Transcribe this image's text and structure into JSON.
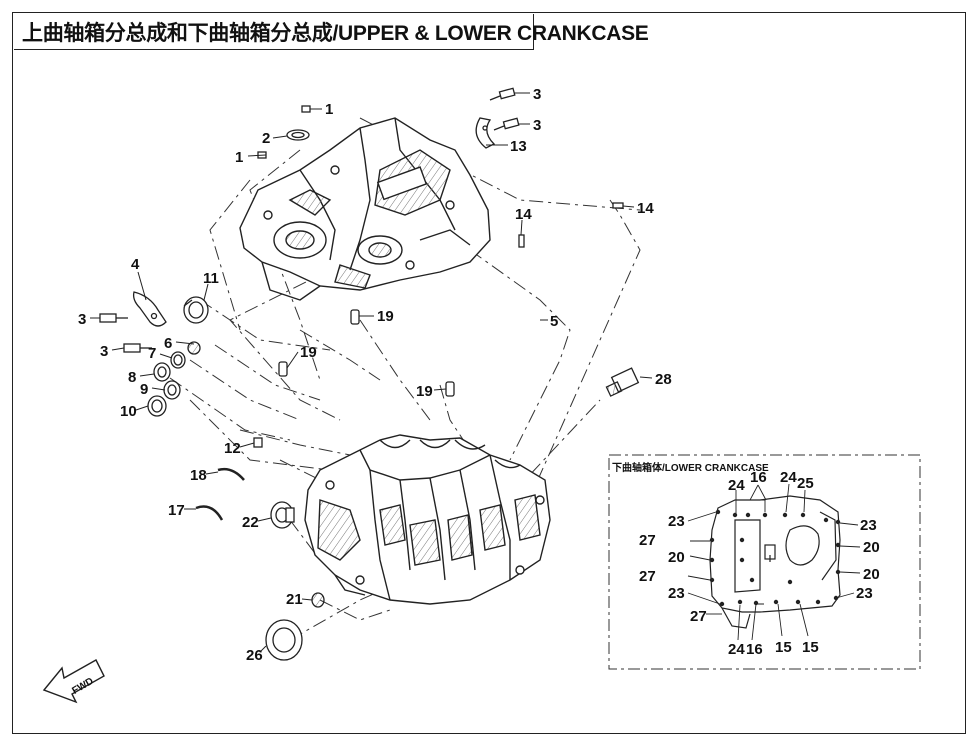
{
  "title": "上曲轴箱分总成和下曲轴箱分总成/UPPER & LOWER CRANKCASE",
  "inset": {
    "title": "下曲轴箱体/LOWER CRANKCASE"
  },
  "fwd_label": "FWD",
  "callouts": {
    "c1a": "1",
    "c1b": "1",
    "c2": "2",
    "c3a": "3",
    "c3b": "3",
    "c3c": "3",
    "c3d": "3",
    "c4": "4",
    "c5": "5",
    "c6": "6",
    "c7": "7",
    "c8": "8",
    "c9": "9",
    "c10": "10",
    "c11": "11",
    "c12": "12",
    "c13": "13",
    "c14a": "14",
    "c14b": "14",
    "c17": "17",
    "c18": "18",
    "c19a": "19",
    "c19b": "19",
    "c19c": "19",
    "c21": "21",
    "c22": "22",
    "c26": "26",
    "c28": "28"
  },
  "inset_callouts": {
    "i24a": "24",
    "i16a": "16",
    "i24b": "24",
    "i25": "25",
    "i23a": "23",
    "i23b": "23",
    "i27a": "27",
    "i20a": "20",
    "i20b": "20",
    "i27b": "27",
    "i23c": "23",
    "i23d": "23",
    "i20c": "20",
    "i27c": "27",
    "i24c": "24",
    "i16b": "16",
    "i15a": "15",
    "i15b": "15"
  }
}
